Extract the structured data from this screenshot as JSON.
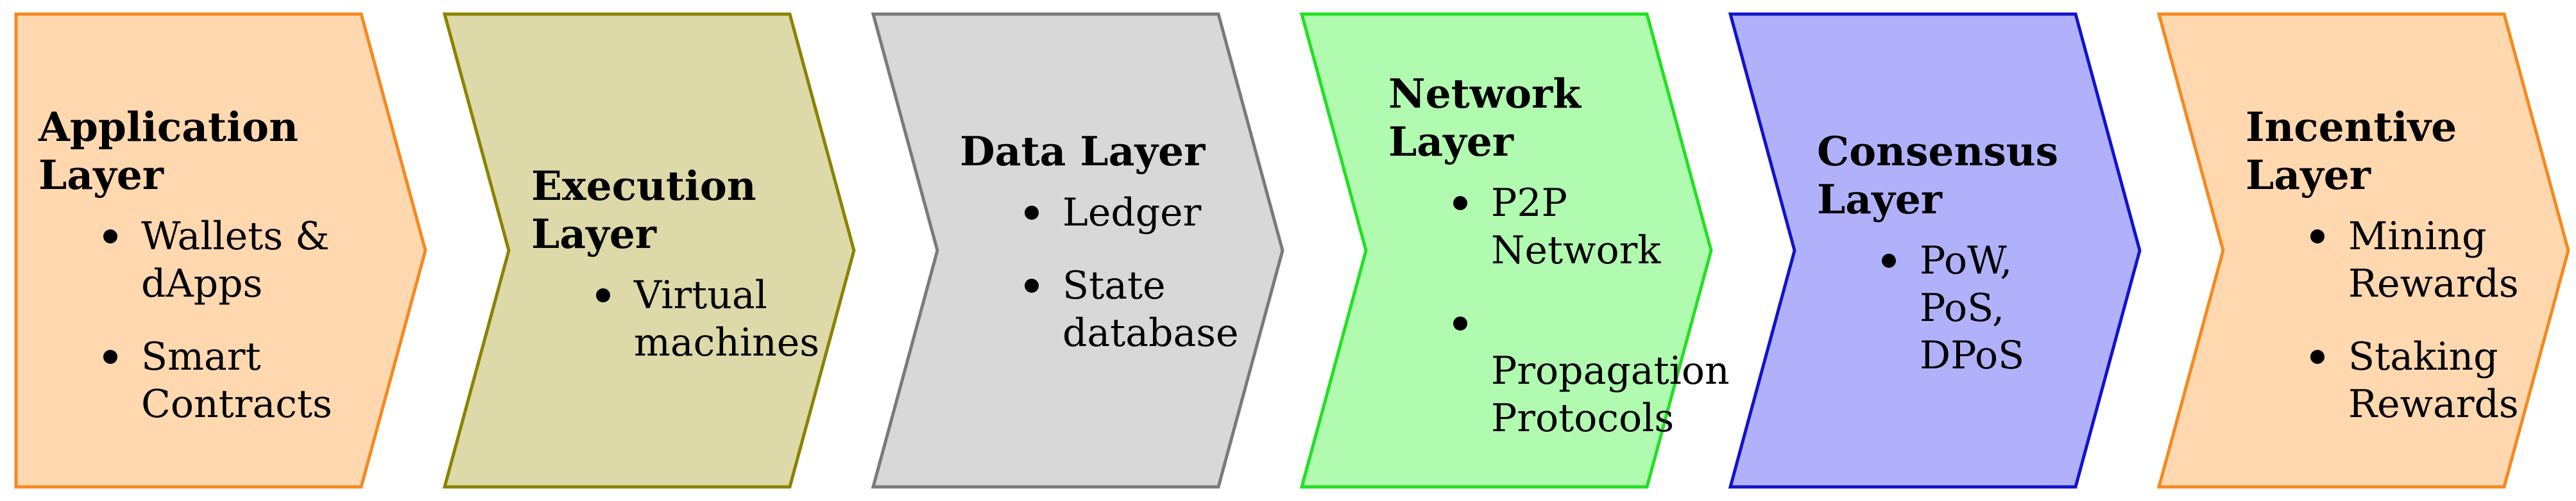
{
  "layers": [
    {
      "title_lines": [
        "Application",
        "Layer"
      ],
      "items": [
        {
          "lines": [
            "Wallets &",
            "dApps"
          ]
        },
        {
          "lines": [
            "Smart",
            "Contracts"
          ]
        }
      ],
      "fill": "#ffd8b0",
      "stroke": "#f5891f"
    },
    {
      "title_lines": [
        "Execution",
        "Layer"
      ],
      "items": [
        {
          "lines": [
            "Virtual",
            "machines"
          ]
        }
      ],
      "fill": "#ddd9a8",
      "stroke": "#8a8300"
    },
    {
      "title_lines": [
        "Data Layer"
      ],
      "items": [
        {
          "lines": [
            "Ledger"
          ]
        },
        {
          "lines": [
            "State",
            "database"
          ]
        }
      ],
      "fill": "#d8d8d8",
      "stroke": "#7a7a7a"
    },
    {
      "title_lines": [
        "Network",
        "Layer"
      ],
      "items": [
        {
          "lines": [
            "P2P",
            "Network"
          ]
        },
        {
          "lines": [
            "",
            "Propagation",
            "Protocols"
          ]
        }
      ],
      "fill": "#b1fbb1",
      "stroke": "#22e022"
    },
    {
      "title_lines": [
        "Consensus",
        "Layer"
      ],
      "items": [
        {
          "lines": [
            "PoW,",
            "PoS,",
            "DPoS"
          ]
        }
      ],
      "fill": "#b1b1fb",
      "stroke": "#1212cc"
    },
    {
      "title_lines": [
        "Incentive",
        "Layer"
      ],
      "items": [
        {
          "lines": [
            "Mining",
            "Rewards"
          ]
        },
        {
          "lines": [
            "Staking",
            "Rewards"
          ]
        }
      ],
      "fill": "#ffd8b0",
      "stroke": "#f5891f"
    }
  ]
}
